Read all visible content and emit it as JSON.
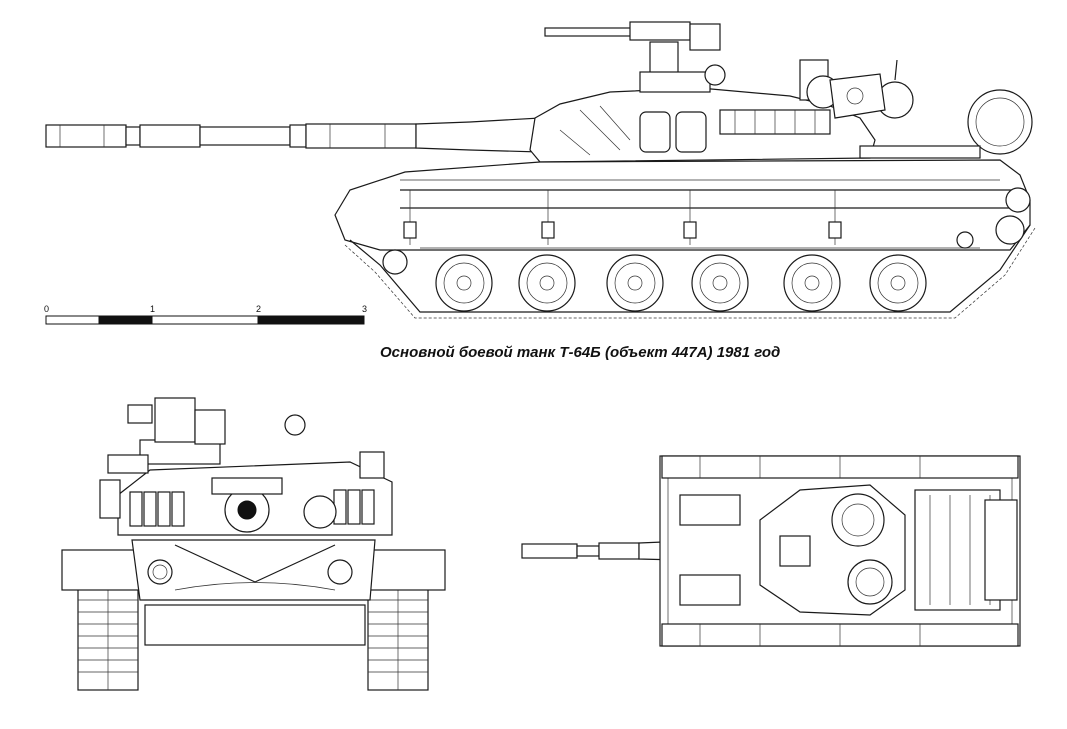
{
  "caption": "Основной боевой  танк Т-64Б (объект 447А) 1981 год",
  "scale": {
    "ticks": [
      "0",
      "1",
      "2",
      "3"
    ]
  }
}
